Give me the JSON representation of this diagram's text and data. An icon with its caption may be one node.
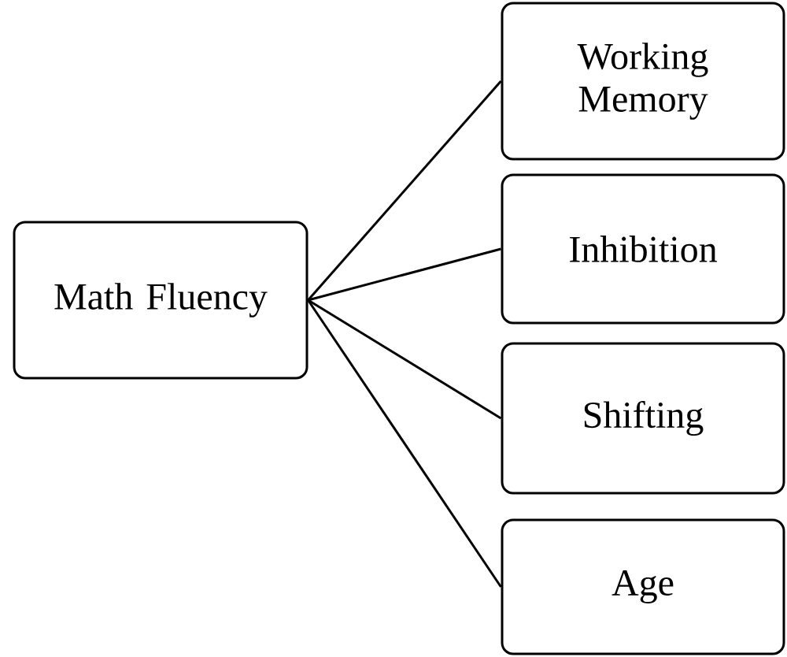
{
  "diagram": {
    "nodes": [
      {
        "text": [
          "Math Fluency"
        ]
      },
      {
        "text": [
          "Working Memory"
        ]
      },
      {
        "text": [
          "Inhibition"
        ]
      },
      {
        "text": [
          "Shifting"
        ]
      },
      {
        "text": [
          "Age"
        ]
      }
    ],
    "edges": [
      {
        "from": 0,
        "to": 1,
        "arrow": "none"
      },
      {
        "from": 0,
        "to": 2,
        "arrow": "none"
      },
      {
        "from": 0,
        "to": 3,
        "arrow": "none"
      },
      {
        "from": 0,
        "to": 4,
        "arrow": "none"
      }
    ]
  }
}
